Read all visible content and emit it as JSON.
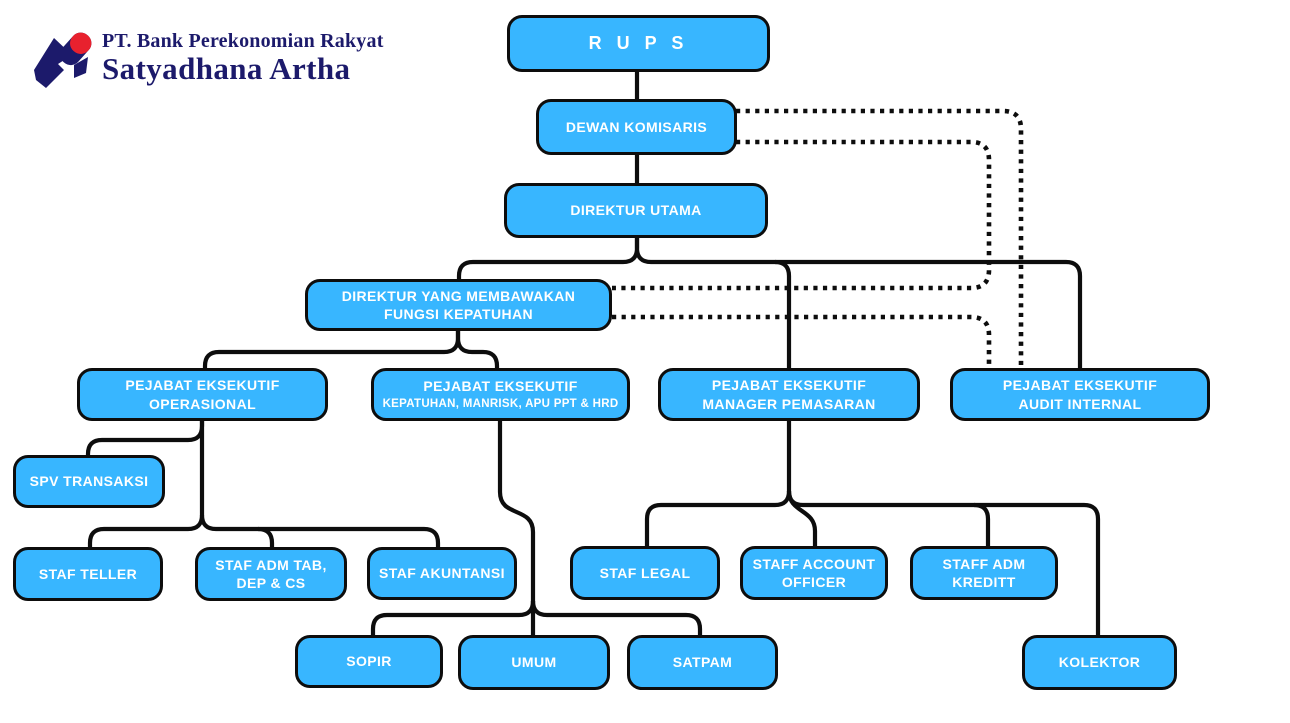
{
  "brand": {
    "line1": "PT. Bank Perekonomian Rakyat",
    "line2": "Satyadhana Artha"
  },
  "colors": {
    "box_fill": "#38B6FF",
    "box_border": "#0d0d0d",
    "box_text": "#ffffff",
    "line_color": "#0d0d0d",
    "brand_navy": "#1c1a6b",
    "brand_red": "#e8212e"
  },
  "nodes": {
    "rups": {
      "label": "R U P S"
    },
    "dewan_komisaris": {
      "label": "DEWAN KOMISARIS"
    },
    "direktur_utama": {
      "label": "DIREKTUR UTAMA"
    },
    "direktur_kepatuhan": {
      "lines": [
        "DIREKTUR YANG MEMBAWAKAN",
        "FUNGSI KEPATUHAN"
      ]
    },
    "pe_operasional": {
      "lines": [
        "PEJABAT EKSEKUTIF",
        "OPERASIONAL"
      ]
    },
    "pe_kepatuhan": {
      "title": "PEJABAT EKSEKUTIF",
      "subtitle": "KEPATUHAN, MANRISK, APU PPT & HRD"
    },
    "pe_pemasaran": {
      "lines": [
        "PEJABAT EKSEKUTIF",
        "MANAGER PEMASARAN"
      ]
    },
    "pe_audit": {
      "lines": [
        "PEJABAT EKSEKUTIF",
        "AUDIT INTERNAL"
      ]
    },
    "spv_transaksi": {
      "label": "SPV TRANSAKSI"
    },
    "staf_teller": {
      "label": "STAF TELLER"
    },
    "staf_adm_tab": {
      "lines": [
        "STAF ADM TAB,",
        "DEP & CS"
      ]
    },
    "staf_akuntansi": {
      "label": "STAF AKUNTANSI"
    },
    "staf_legal": {
      "label": "STAF LEGAL"
    },
    "staff_account_officer": {
      "lines": [
        "STAFF ACCOUNT",
        "OFFICER"
      ]
    },
    "staff_adm_kreditt": {
      "lines": [
        "STAFF ADM",
        "KREDITT"
      ]
    },
    "sopir": {
      "label": "SOPIR"
    },
    "umum": {
      "label": "UMUM"
    },
    "satpam": {
      "label": "SATPAM"
    },
    "kolektor": {
      "label": "KOLEKTOR"
    }
  },
  "edges": {
    "solid": [
      [
        "RUPS",
        "DEWAN KOMISARIS"
      ],
      [
        "DEWAN KOMISARIS",
        "DIREKTUR UTAMA"
      ],
      [
        "DIREKTUR UTAMA",
        "DIREKTUR YANG MEMBAWAKAN FUNGSI KEPATUHAN"
      ],
      [
        "DIREKTUR UTAMA",
        "PEJABAT EKSEKUTIF MANAGER PEMASARAN"
      ],
      [
        "DIREKTUR UTAMA",
        "PEJABAT EKSEKUTIF AUDIT INTERNAL"
      ],
      [
        "DIREKTUR YANG MEMBAWAKAN FUNGSI KEPATUHAN",
        "PEJABAT EKSEKUTIF OPERASIONAL"
      ],
      [
        "DIREKTUR YANG MEMBAWAKAN FUNGSI KEPATUHAN",
        "PEJABAT EKSEKUTIF KEPATUHAN, MANRISK, APU PPT & HRD"
      ],
      [
        "PEJABAT EKSEKUTIF OPERASIONAL",
        "SPV TRANSAKSI"
      ],
      [
        "PEJABAT EKSEKUTIF OPERASIONAL",
        "STAF TELLER"
      ],
      [
        "PEJABAT EKSEKUTIF OPERASIONAL",
        "STAF ADM TAB, DEP & CS"
      ],
      [
        "PEJABAT EKSEKUTIF OPERASIONAL",
        "STAF AKUNTANSI"
      ],
      [
        "PEJABAT EKSEKUTIF KEPATUHAN, MANRISK, APU PPT & HRD",
        "SOPIR"
      ],
      [
        "PEJABAT EKSEKUTIF KEPATUHAN, MANRISK, APU PPT & HRD",
        "UMUM"
      ],
      [
        "PEJABAT EKSEKUTIF KEPATUHAN, MANRISK, APU PPT & HRD",
        "SATPAM"
      ],
      [
        "PEJABAT EKSEKUTIF MANAGER PEMASARAN",
        "STAF LEGAL"
      ],
      [
        "PEJABAT EKSEKUTIF MANAGER PEMASARAN",
        "STAFF ACCOUNT OFFICER"
      ],
      [
        "PEJABAT EKSEKUTIF MANAGER PEMASARAN",
        "STAFF ADM KREDITT"
      ],
      [
        "PEJABAT EKSEKUTIF MANAGER PEMASARAN",
        "KOLEKTOR"
      ]
    ],
    "dotted": [
      [
        "DEWAN KOMISARIS",
        "PEJABAT EKSEKUTIF AUDIT INTERNAL"
      ],
      [
        "DEWAN KOMISARIS",
        "DIREKTUR YANG MEMBAWAKAN FUNGSI KEPATUHAN"
      ],
      [
        "DIREKTUR YANG MEMBAWAKAN FUNGSI KEPATUHAN",
        "PEJABAT EKSEKUTIF AUDIT INTERNAL"
      ]
    ]
  }
}
